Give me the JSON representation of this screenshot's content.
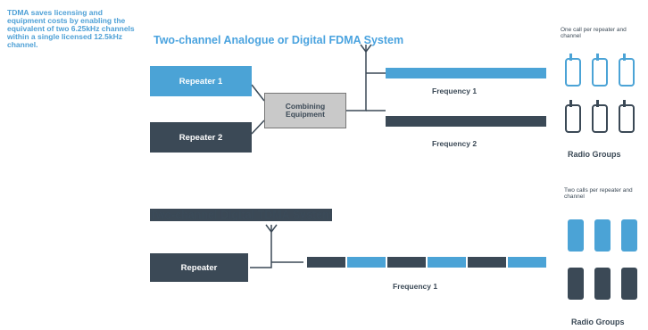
{
  "intro_text": "TDMA saves licensing and equipment costs by enabling the equivalent of two 6.25kHz channels within a single licensed 12.5kHz channel.",
  "fdma": {
    "title": "Two-channel Analogue or Digital FDMA System",
    "repeater1": "Repeater 1",
    "repeater2": "Repeater 2",
    "combining": "Combining Equipment",
    "frequency1": "Frequency 1",
    "frequency2": "Frequency 2",
    "calls_note": "One call per repeater and channel",
    "radio_groups": "Radio Groups",
    "colors": {
      "blue": "#4ba3d6",
      "dark": "#3b4956"
    }
  },
  "tdma": {
    "title": "Two-channel Digital TDMA System",
    "repeater": "Repeater",
    "frequency1": "Frequency 1",
    "calls_note": "Two calls per repeater and channel",
    "radio_groups": "Radio Groups",
    "slots": [
      "dark",
      "blue",
      "dark",
      "blue",
      "dark",
      "blue"
    ]
  }
}
